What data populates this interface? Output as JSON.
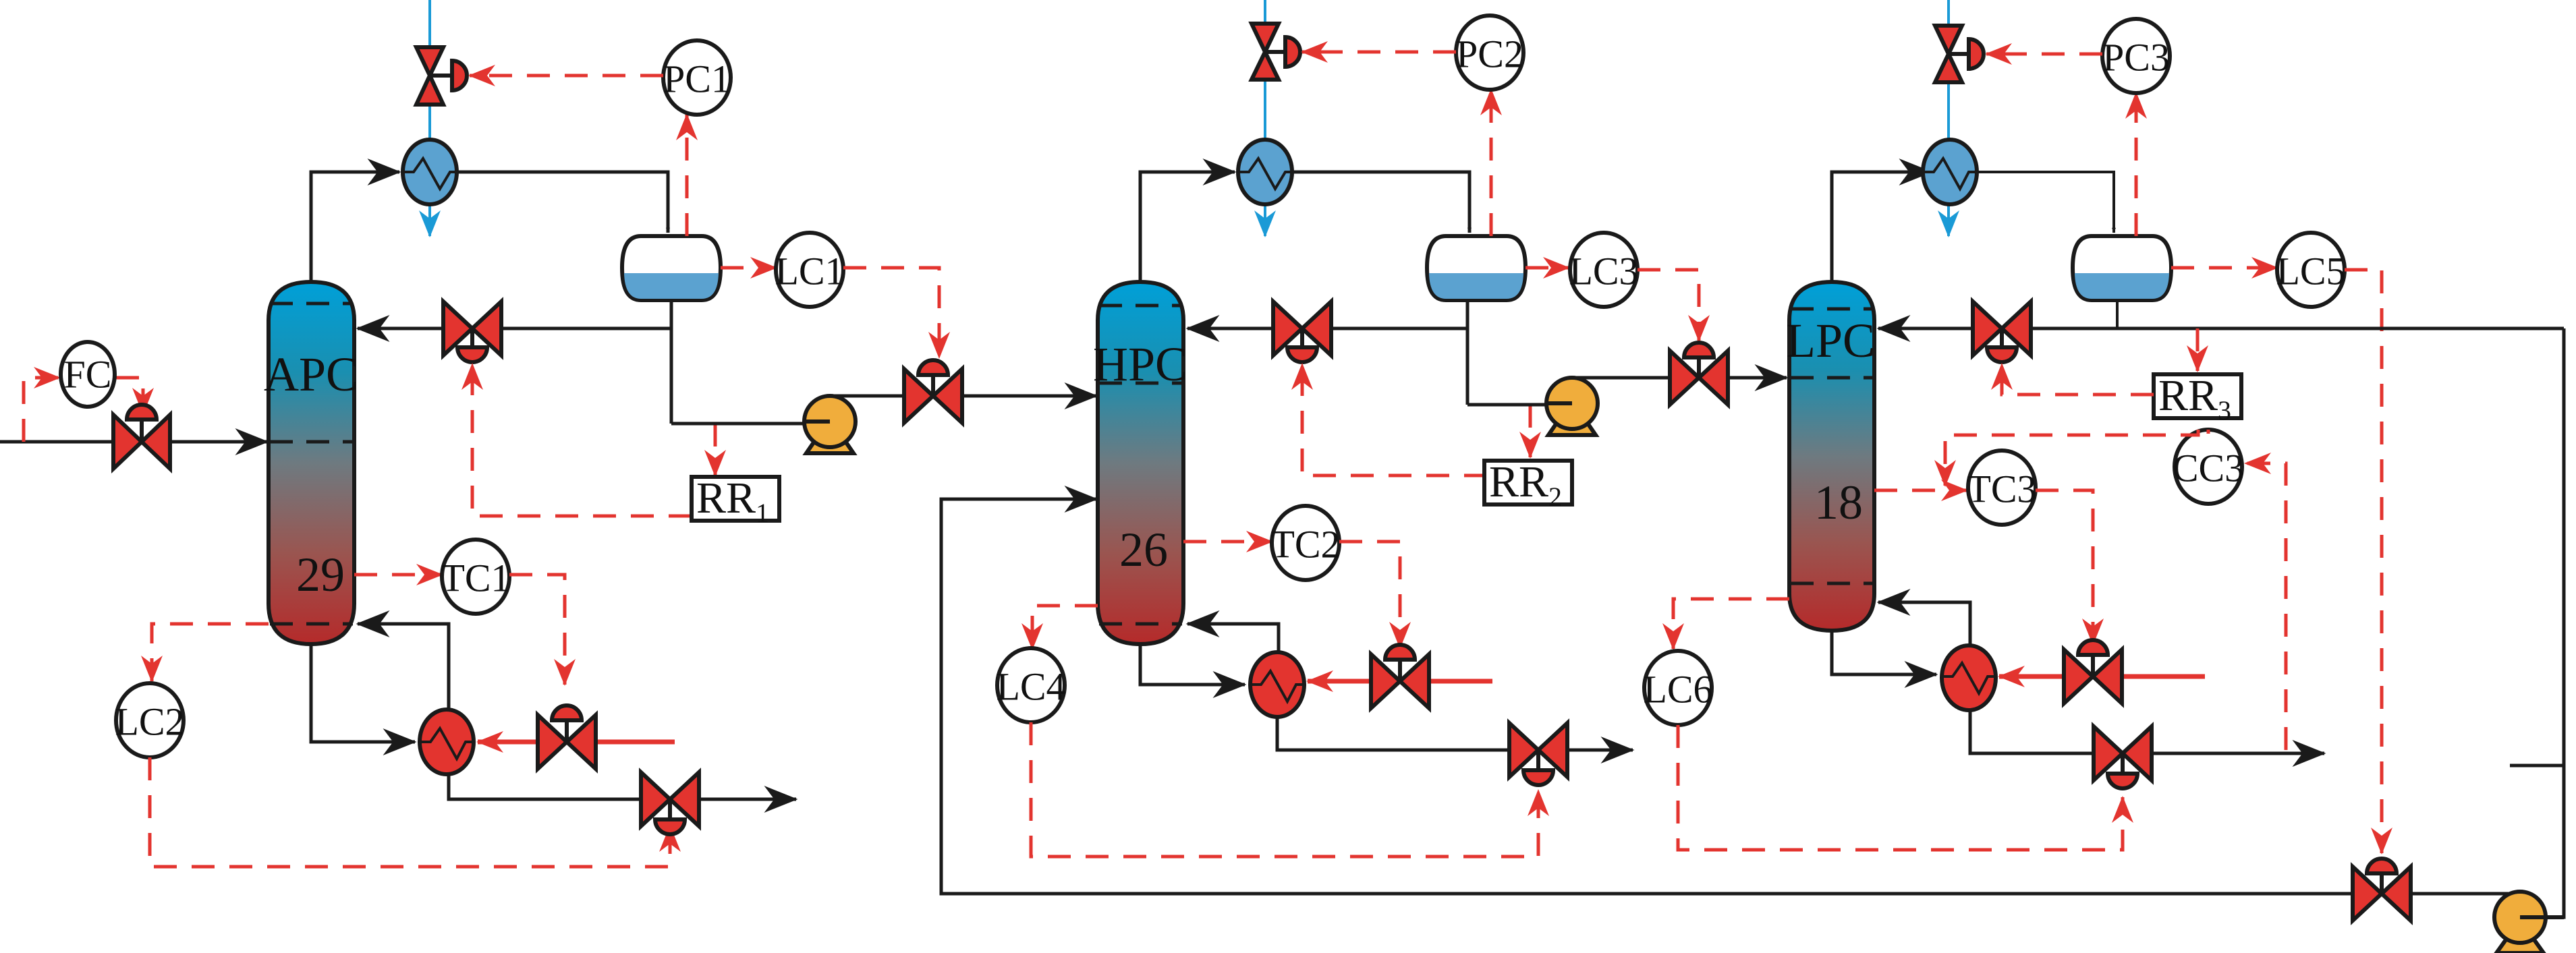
{
  "diagram": {
    "title": "",
    "columns": [
      {
        "id": "APC",
        "label": "APC",
        "stage_label": "29",
        "top_color": "#00a0d8",
        "bottom_color": "#b52a2a"
      },
      {
        "id": "HPC",
        "label": "HPC",
        "stage_label": "26",
        "top_color": "#00a0d8",
        "bottom_color": "#b52a2a"
      },
      {
        "id": "LPC",
        "label": "LPC",
        "stage_label": "18",
        "top_color": "#00a0d8",
        "bottom_color": "#b52a2a"
      }
    ],
    "controllers": {
      "FC": "FC",
      "PC1": "PC1",
      "LC1": "LC1",
      "TC1": "TC1",
      "LC2": "LC2",
      "PC2": "PC2",
      "LC3": "LC3",
      "TC2": "TC2",
      "LC4": "LC4",
      "PC3": "PC3",
      "LC5": "LC5",
      "TC3": "TC3",
      "LC6": "LC6",
      "CC3": "CC3"
    },
    "ratio_blocks": [
      {
        "id": "RR1",
        "main": "RR",
        "sub": "1"
      },
      {
        "id": "RR2",
        "main": "RR",
        "sub": "2"
      },
      {
        "id": "RR3",
        "main": "RR",
        "sub": "3"
      }
    ],
    "colors": {
      "process_line": "#1a1a1a",
      "signal_line": "#e3342f",
      "cooling_water": "#1a9ad6",
      "condenser": "#5ba2d0",
      "reboiler": "#e3342f",
      "valve": "#e3342f",
      "pump": "#f0ad3c"
    }
  }
}
